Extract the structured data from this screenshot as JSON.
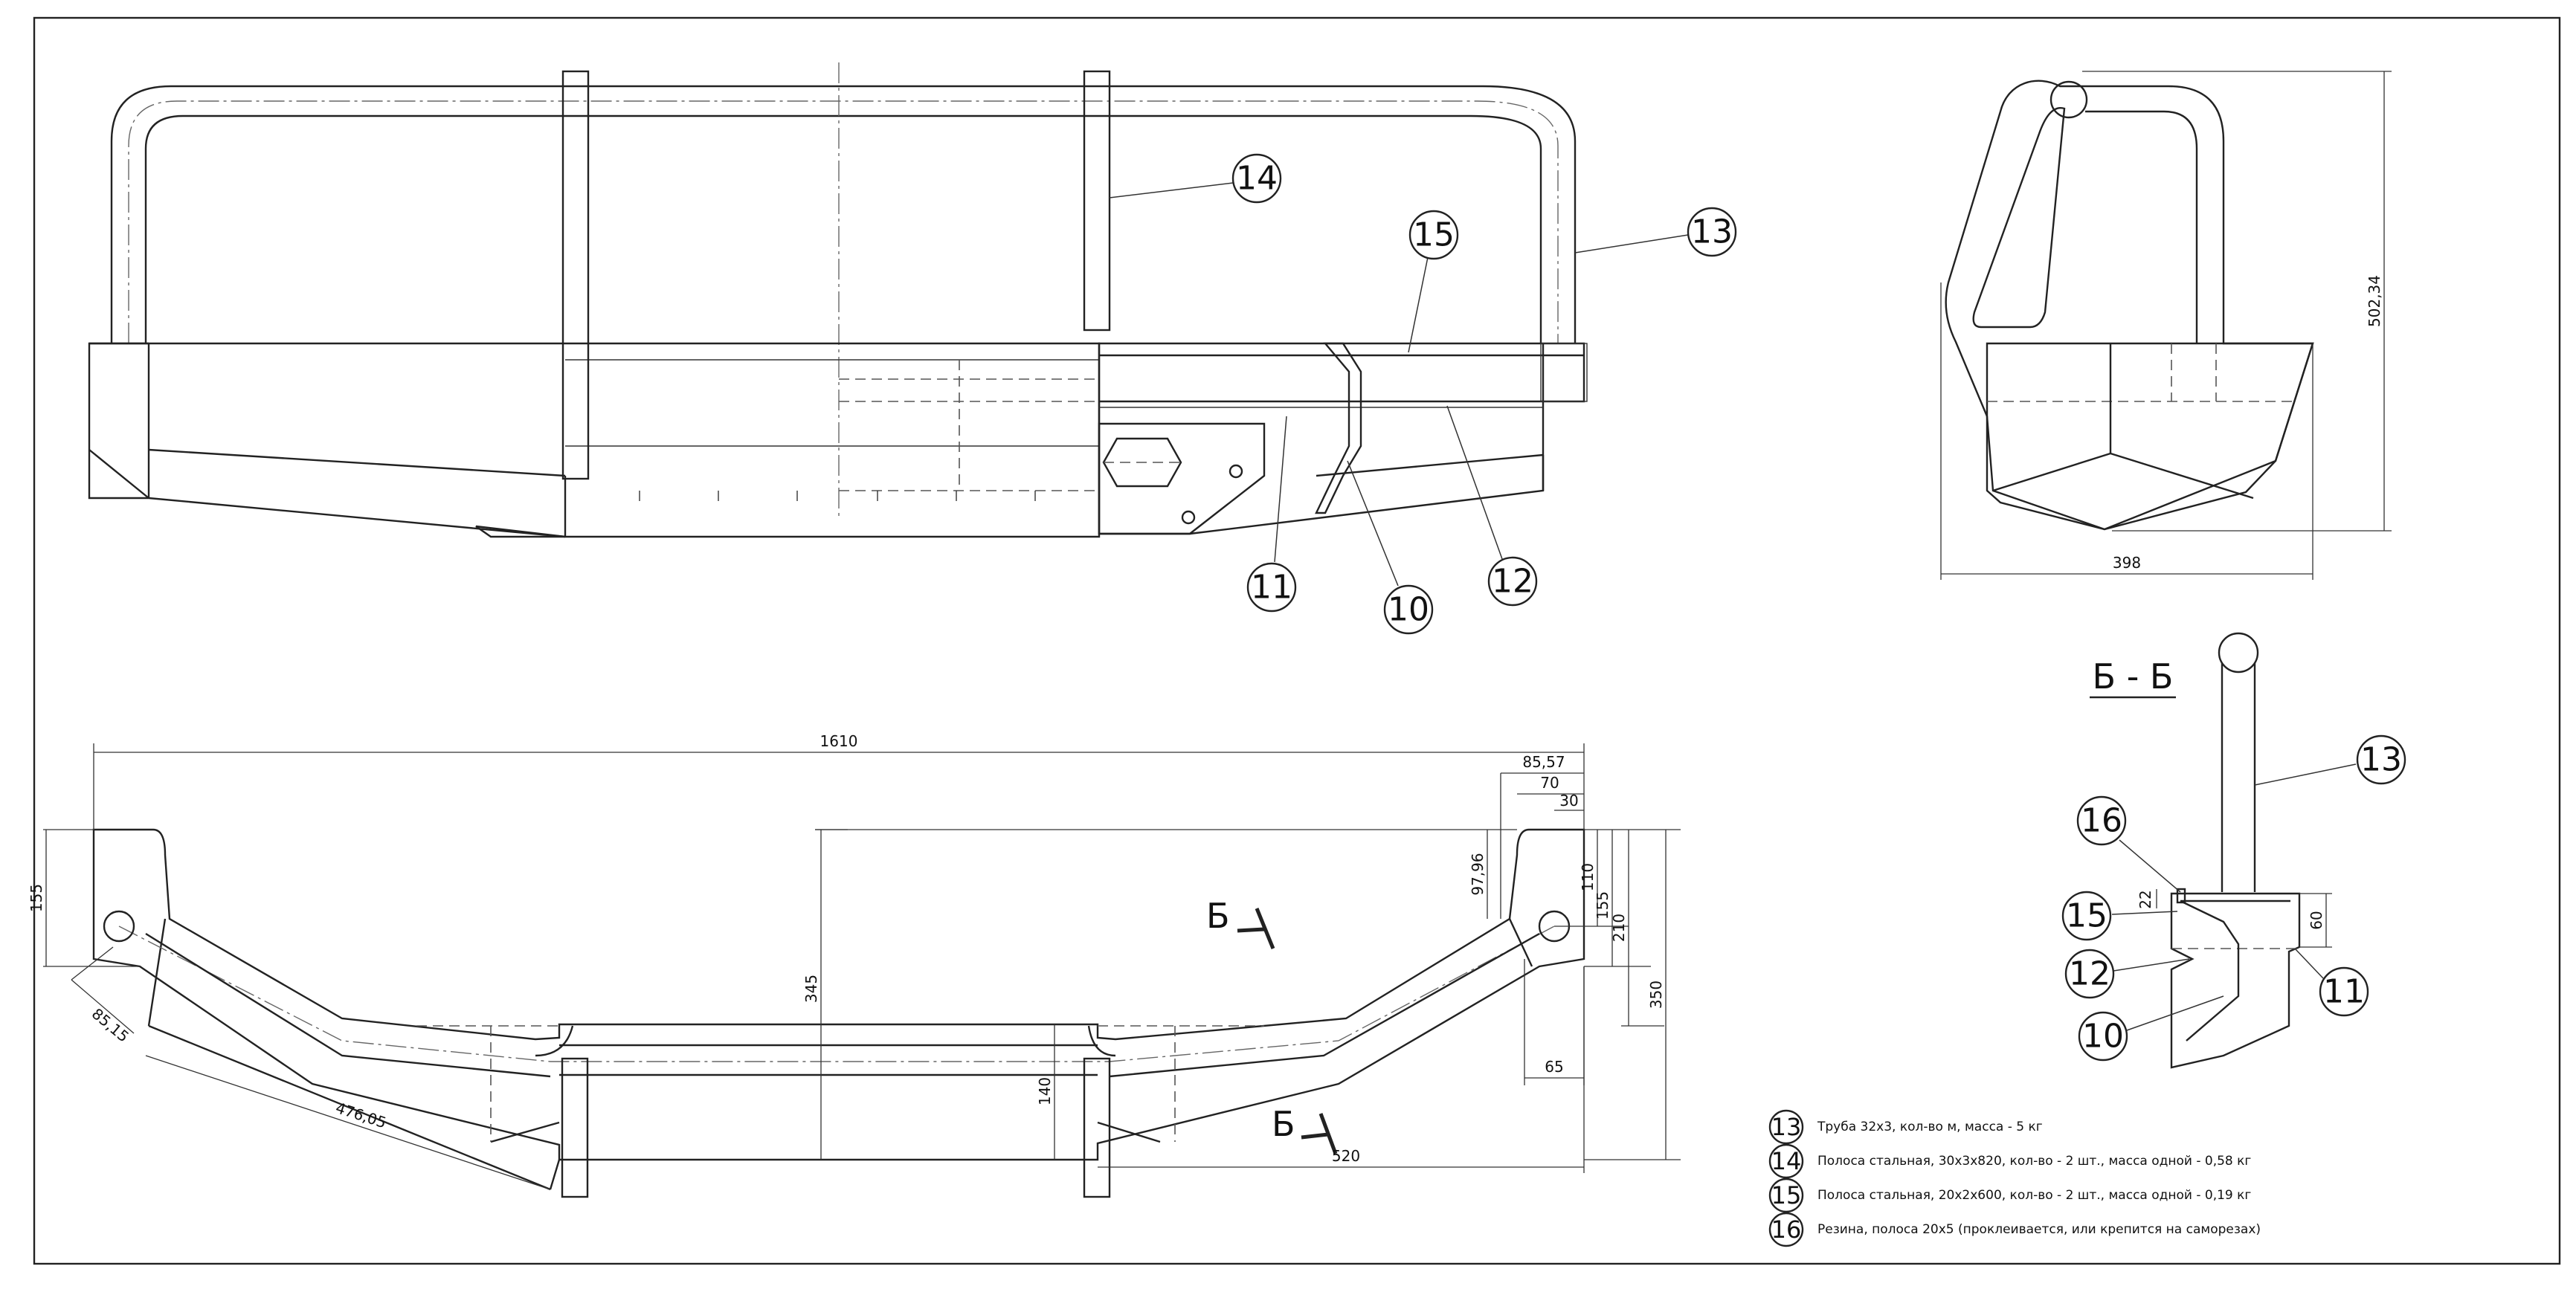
{
  "balloons": {
    "b10": "10",
    "b11": "11",
    "b12": "12",
    "b13": "13",
    "b14": "14",
    "b15": "15",
    "b16": "16"
  },
  "dimensions": {
    "overall_width": "1610",
    "height_155_left": "155",
    "diag_85_15": "85,15",
    "diag_476_05": "476,05",
    "center_345": "345",
    "center_140": "140",
    "right_85_57": "85,57",
    "right_70": "70",
    "right_30": "30",
    "right_97_96": "97,96",
    "right_110": "110",
    "right_155": "155",
    "right_210": "210",
    "right_350": "350",
    "right_65": "65",
    "bottom_520": "520",
    "side_height": "502,34",
    "side_width": "398",
    "sec_22": "22",
    "sec_60": "60"
  },
  "section_mark": {
    "title": "Б - Б",
    "cut_label_1": "Б",
    "cut_label_2": "Б"
  },
  "legend": [
    {
      "num": "13",
      "text": "Труба 32х3, кол-во   м, масса - 5 кг"
    },
    {
      "num": "14",
      "text": "Полоса стальная, 30х3х820, кол-во - 2 шт., масса одной - 0,58 кг"
    },
    {
      "num": "15",
      "text": "Полоса стальная, 20х2х600, кол-во - 2 шт., масса одной - 0,19 кг"
    },
    {
      "num": "16",
      "text": "Резина, полоса 20х5 (проклеивается, или крепится на саморезах)"
    }
  ]
}
